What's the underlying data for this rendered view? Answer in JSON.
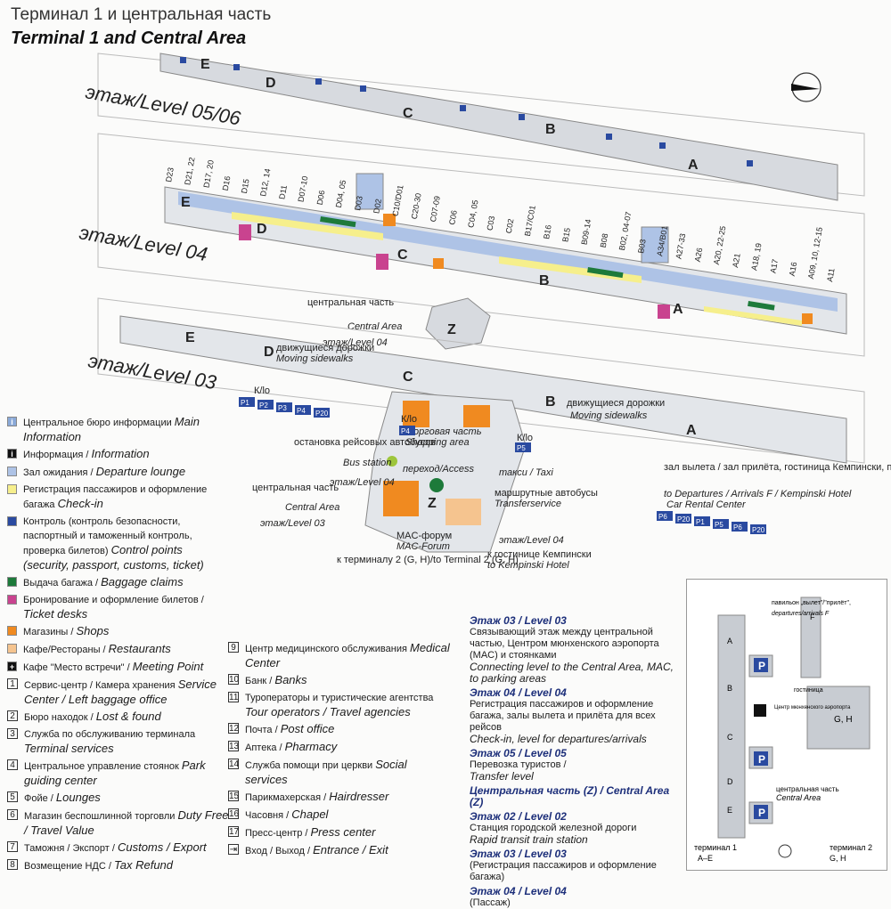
{
  "title_ru": "Терминал 1 и центральная часть",
  "title_en": "Terminal 1 and Central Area",
  "levels": {
    "l0506": "этаж/Level 05/06",
    "l04": "этаж/Level 04",
    "l03": "этаж/Level 03"
  },
  "piers": {
    "a": "A",
    "b": "B",
    "c": "C",
    "d": "D",
    "e": "E",
    "z": "Z"
  },
  "gates": [
    "D23",
    "D21, 22",
    "D17, 20",
    "D16",
    "D15",
    "D12, 14",
    "D11",
    "D07-10",
    "D06",
    "D04, 05",
    "D03",
    "D02",
    "C10/D01",
    "C20-30",
    "C07-09",
    "C06",
    "C04, 05",
    "C03",
    "C02",
    "B17/C01",
    "B16",
    "B15",
    "B09-14",
    "B08",
    "B02, 04-07",
    "B03",
    "A34/B01",
    "A27-33",
    "A26",
    "A20, 22-25",
    "A21",
    "A18, 19",
    "A17",
    "A16",
    "A09, 10, 12-15",
    "A11"
  ],
  "central_l04": {
    "ru": "центральная часть",
    "en": "Central Area",
    "lvl": "этаж/Level 04"
  },
  "central_l03": {
    "ru": "центральная часть",
    "en": "Central Area",
    "lvl": "этаж/Level 03"
  },
  "moving_ru": "движущиеся дорожки",
  "moving_en": "Moving sidewalks",
  "kl": "К/lo",
  "parking": [
    "P1",
    "P2",
    "P3",
    "P4",
    "P20",
    "P4",
    "P5",
    "P6",
    "P20",
    "P1",
    "P5",
    "P6",
    "P20"
  ],
  "shopping_ru": "торговая часть",
  "shopping_en": "Shopping area",
  "bus_ru": "остановка рейсовых автобусов",
  "bus_en": "Bus station",
  "access": "переход/Access",
  "taxi": "такси / Taxi",
  "transfer_ru": "маршрутные автобусы",
  "transfer_en": "Transferservice",
  "mac_ru": "MAC-форум",
  "mac_en": "MAC-Forum",
  "to_t2": "к терминалу 2 (G, H)/to Terminal 2 (G, H)",
  "kempinski_ru": "к гостинице Кемпински",
  "kempinski_en": "to Kempinski Hotel",
  "etazh04": "этаж/Level 04",
  "departure_ru": "зал вылета / зал прилёта, гостиница Кемпински, прокат автомашин",
  "departure_en": "to Departures / Arrivals F / Kempinski Hotel",
  "car_rental": "Car Rental Center",
  "legend": [
    {
      "color": "#8aa9d8",
      "icon": "i",
      "ru": "Центральное бюро информации",
      "en": "Main Information"
    },
    {
      "color": "#111",
      "icon": "i",
      "ru": "Информация /",
      "en": "Information"
    },
    {
      "color": "#aec3e6",
      "ru": "Зал ожидания /",
      "en": "Departure lounge"
    },
    {
      "color": "#f6ef8c",
      "ru": "Регистрация пассажиров и оформление багажа",
      "en": "Check-in"
    },
    {
      "color": "#2a4aa0",
      "ru": "Контроль (контроль безопасности, паспортный и таможенный контроль, проверка билетов)",
      "en": "Control points (security, passport, customs, ticket)"
    },
    {
      "color": "#1d7a3a",
      "ru": "Выдача багажа /",
      "en": "Baggage claims"
    },
    {
      "color": "#c9438f",
      "ru": "Бронирование и оформление билетов /",
      "en": "Ticket desks"
    },
    {
      "color": "#f08a20",
      "ru": "Магазины /",
      "en": "Shops"
    },
    {
      "color": "#f5c48f",
      "ru": "Кафе/Рестораны /",
      "en": "Restaurants"
    },
    {
      "color": "#111",
      "icon": "+",
      "ru": "Кафе \"Место встречи\" /",
      "en": "Meeting Point"
    },
    {
      "num": "1",
      "ru": "Сервис-центр / Камера хранения",
      "en": "Service Center / Left baggage office"
    },
    {
      "num": "2",
      "ru": "Бюро находок /",
      "en": "Lost & found"
    },
    {
      "num": "3",
      "ru": "Служба по обслуживанию терминала",
      "en": "Terminal services"
    },
    {
      "num": "4",
      "ru": "Центральное управление стоянок",
      "en": "Park guiding center"
    },
    {
      "num": "5",
      "ru": "Фойе /",
      "en": "Lounges"
    },
    {
      "num": "6",
      "ru": "Магазин беспошлинной торговли",
      "en": "Duty Free / Travel Value"
    },
    {
      "num": "7",
      "ru": "Таможня / Экспорт /",
      "en": "Customs / Export"
    },
    {
      "num": "8",
      "ru": "Возмещение НДС /",
      "en": "Tax Refund"
    }
  ],
  "legend2": [
    {
      "num": "9",
      "ru": "Центр медицинского обслуживания",
      "en": "Medical Center"
    },
    {
      "num": "10",
      "ru": "Банк /",
      "en": "Banks"
    },
    {
      "num": "11",
      "ru": "Туроператоры и туристические агентства",
      "en": "Tour operators / Travel agencies"
    },
    {
      "num": "12",
      "ru": "Почта /",
      "en": "Post office"
    },
    {
      "num": "13",
      "ru": "Аптека /",
      "en": "Pharmacy"
    },
    {
      "num": "14",
      "ru": "Служба помощи при церкви",
      "en": "Social services"
    },
    {
      "num": "15",
      "ru": "Парикмахерская /",
      "en": "Hairdresser"
    },
    {
      "num": "16",
      "ru": "Часовня /",
      "en": "Chapel"
    },
    {
      "num": "17",
      "ru": "Пресс-центр /",
      "en": "Press center"
    },
    {
      "num": "exit",
      "ru": "Вход / Выход /",
      "en": "Entrance / Exit"
    }
  ],
  "level_info": [
    {
      "hd": "Этаж 03 / Level 03",
      "ru": "Связывающий этаж между центральной частью, Центром мюнхенского аэропорта (MAC) и стоянками",
      "en": "Connecting level to the Central Area, MAC, to parking areas"
    },
    {
      "hd": "Этаж 04 / Level 04",
      "ru": "Регистрация пассажиров и оформление багажа, залы вылета и прилёта для всех рейсов",
      "en": "Check-in, level for departures/arrivals"
    },
    {
      "hd": "Этаж 05 / Level 05",
      "ru": "Перевозка туристов /",
      "en": "Transfer level"
    },
    {
      "hd": "Центральная часть (Z) / Central Area (Z)",
      "ru": "",
      "en": ""
    },
    {
      "hd": "Этаж 02 / Level 02",
      "ru": "Станция городской железной дороги",
      "en": "Rapid transit train station"
    },
    {
      "hd": "Этаж 03 / Level 03",
      "ru": "(Регистрация пассажиров и оформление багажа)",
      "en": ""
    },
    {
      "hd": "Этаж 04 / Level 04",
      "ru": "(Пассаж)",
      "en": ""
    }
  ],
  "inset": {
    "pavilion_ru": "павильон „вылет\"/\"прилёт\",",
    "pavilion_en": "departures/arrivals F",
    "hotel": "гостиница",
    "center_ru": "Центр мюнхенского аэропорта",
    "central_ru": "центральная часть",
    "central_en": "Central Area",
    "t1": "терминал 1",
    "t1_sub": "A–E",
    "t2": "терминал 2",
    "t2_sub": "G, H",
    "gh": "G, H",
    "f": "F",
    "p": "P",
    "letters": [
      "A",
      "B",
      "C",
      "D",
      "E"
    ]
  }
}
